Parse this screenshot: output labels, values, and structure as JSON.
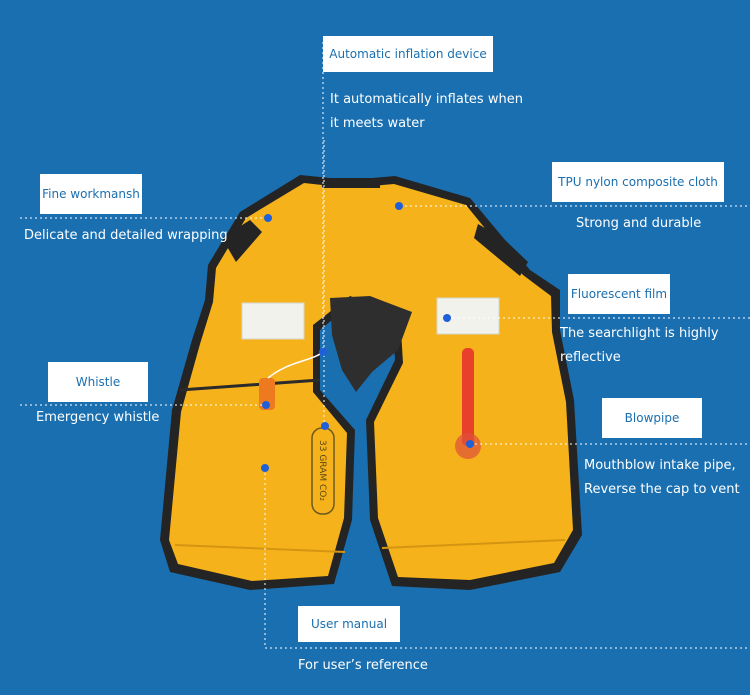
{
  "callouts": {
    "automatic_inflation": {
      "title": "Automatic inflation device",
      "line1": "It automatically inflates when",
      "line2": "it meets water"
    },
    "fine_workmanship": {
      "title": "Fine workmansh",
      "desc": "Delicate and detailed wrapping"
    },
    "tpu_nylon": {
      "title": "TPU nylon composite cloth",
      "desc": "Strong and durable"
    },
    "fluorescent_film": {
      "title": "Fluorescent film",
      "line1": "The searchlight is highly",
      "line2": "reflective"
    },
    "whistle": {
      "title": "Whistle",
      "desc": "Emergency whistle"
    },
    "blowpipe": {
      "title": "Blowpipe",
      "line1": "Mouthblow intake pipe,",
      "line2": "Reverse the cap to vent"
    },
    "user_manual": {
      "title": "User manual",
      "desc": "For user’s reference"
    }
  },
  "product": {
    "cylinder_text": "33 GRAM CO₂"
  },
  "colors": {
    "background": "#1a6fb0",
    "vest": "#f6b21a",
    "trim": "#242424",
    "marker": "#1f5fd8",
    "label_text": "#1a6fb0"
  }
}
